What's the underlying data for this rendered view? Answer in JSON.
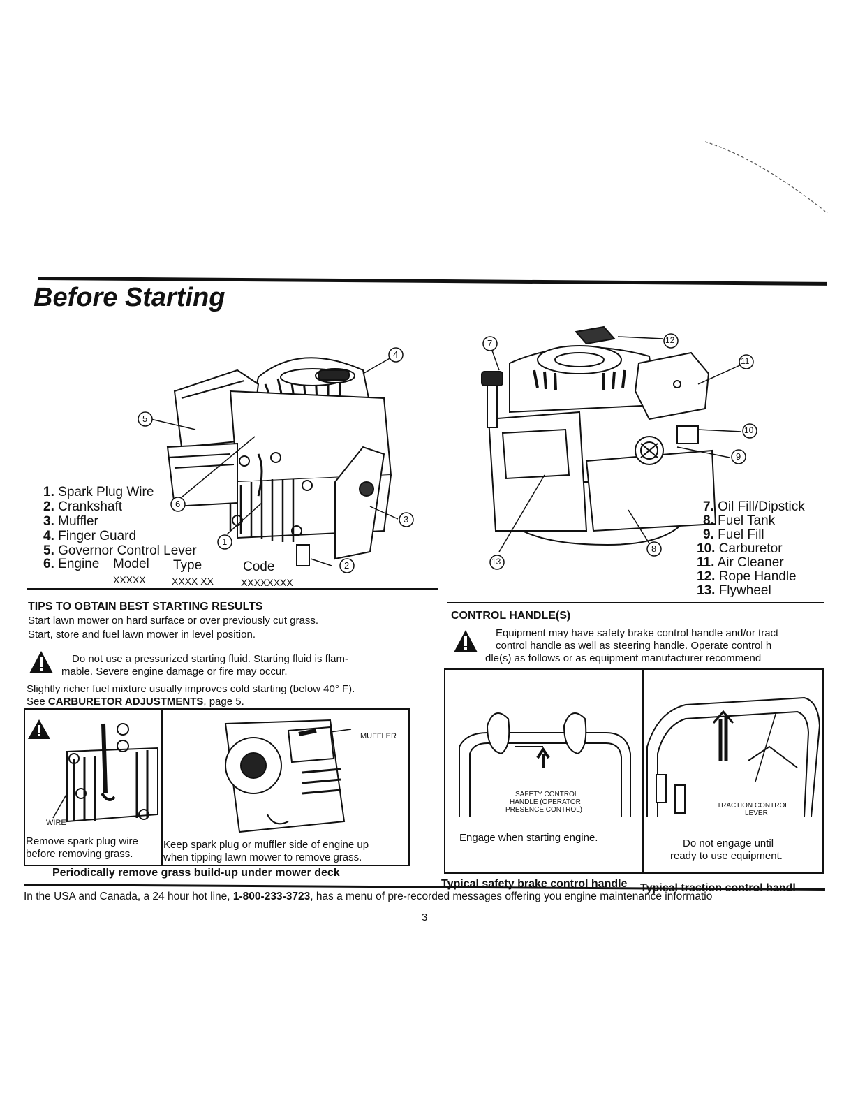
{
  "page_title": "Before Starting",
  "parts_left": [
    {
      "num": "1.",
      "label": "Spark Plug Wire"
    },
    {
      "num": "2.",
      "label": "Crankshaft"
    },
    {
      "num": "3.",
      "label": "Muffler"
    },
    {
      "num": "4.",
      "label": "Finger Guard"
    },
    {
      "num": "5.",
      "label": "Governor Control Lever"
    }
  ],
  "engine_row": {
    "num": "6.",
    "engine": "Engine",
    "model": "Model",
    "type": "Type",
    "code": "Code",
    "model_val": "XXXXX",
    "type_val": "XXXX XX",
    "code_val": "XXXXXXXX"
  },
  "parts_right": [
    {
      "num": "7.",
      "label": "Oil Fill/Dipstick"
    },
    {
      "num": "8.",
      "label": "Fuel Tank"
    },
    {
      "num": "9.",
      "label": "Fuel Fill"
    },
    {
      "num": "10.",
      "label": "Carburetor"
    },
    {
      "num": "11.",
      "label": "Air Cleaner"
    },
    {
      "num": "12.",
      "label": "Rope Handle"
    },
    {
      "num": "13.",
      "label": "Flywheel"
    }
  ],
  "callouts_left": [
    "1",
    "2",
    "3",
    "4",
    "5",
    "6"
  ],
  "callouts_right": [
    "7",
    "8",
    "9",
    "10",
    "11",
    "12",
    "13"
  ],
  "tips": {
    "heading": "TIPS TO OBTAIN BEST STARTING RESULTS",
    "line1": "Start lawn mower on hard surface or over previously cut grass.",
    "line2": "Start, store and fuel lawn mower in level position.",
    "warn_line1": "Do not use a pressurized starting fluid. Starting fluid is flam-",
    "warn_line2": "mable. Severe engine damage or fire may occur.",
    "fuel_line1": "Slightly richer fuel mixture usually improves cold starting (below 40° F).",
    "fuel_line2_pre": "See ",
    "fuel_line2_bold": "CARBURETOR ADJUSTMENTS",
    "fuel_line2_post": ", page 5."
  },
  "panel_wire": {
    "label": "WIRE",
    "caption1": "Remove spark plug wire",
    "caption2": "before removing grass."
  },
  "panel_muffler": {
    "label": "MUFFLER",
    "caption1": "Keep spark plug or muffler side of engine up",
    "caption2": "when tipping lawn mower to remove grass."
  },
  "grass_caption": "Periodically remove grass build-up under mower deck",
  "control": {
    "heading": "CONTROL HANDLE(S)",
    "line1": "Equipment may have safety brake control handle and/or tract",
    "line2": "control handle as well as steering handle. Operate control h",
    "line3": "dle(s) as follows or as equipment manufacturer recommend"
  },
  "panel_safety": {
    "label1": "SAFETY CONTROL",
    "label2": "HANDLE (OPERATOR",
    "label3": "PRESENCE CONTROL)",
    "caption": "Engage when starting engine."
  },
  "panel_traction": {
    "label1": "TRACTION CONTROL",
    "label2": "LEVER",
    "caption1": "Do not engage until",
    "caption2": "ready to use equipment."
  },
  "bottom_caption_left": "Typical safety brake control handle",
  "bottom_caption_right": "Typical traction control handl",
  "footer": {
    "pre": "In the USA and Canada, a 24 hour hot line, ",
    "phone": "1-800-233-3723",
    "post": ", has a menu of pre-recorded messages offering you engine maintenance informatio",
    "page_number": "3"
  }
}
